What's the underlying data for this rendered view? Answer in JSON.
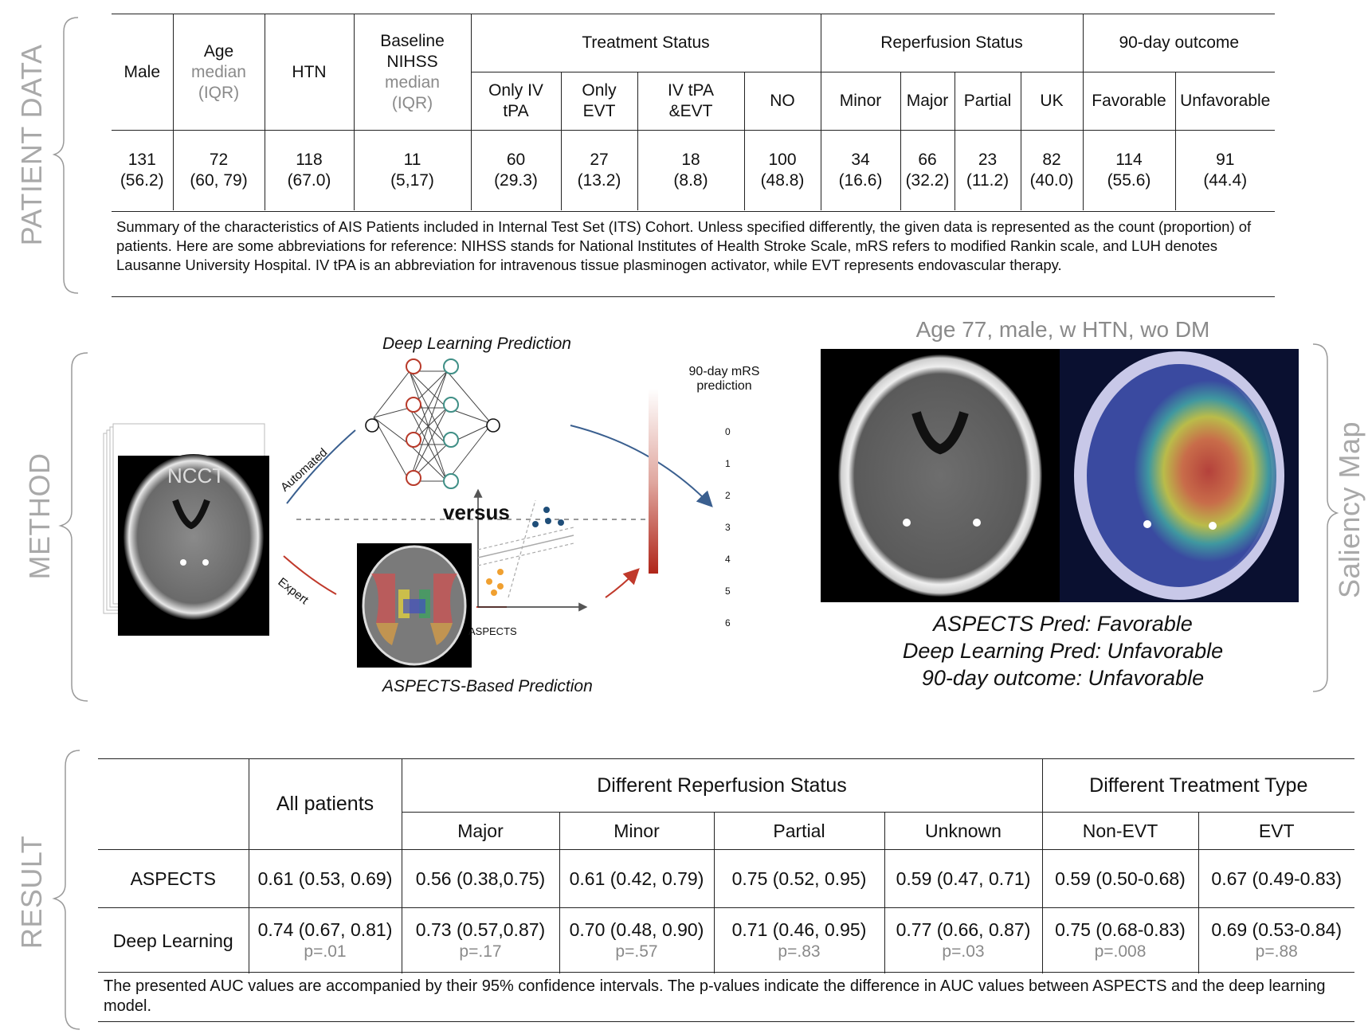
{
  "sections": {
    "patient_data": "PATIENT DATA",
    "method": "METHOD",
    "result": "RESULT",
    "saliency": "Saliency Map"
  },
  "patient_table": {
    "headers": {
      "male": "Male",
      "age": "Age",
      "age_sub": "median (IQR)",
      "htn": "HTN",
      "nihss": "Baseline NIHSS",
      "nihss_sub": "median (IQR)",
      "treatment": "Treatment Status",
      "reperfusion": "Reperfusion Status",
      "outcome": "90-day outcome"
    },
    "subheaders": {
      "only_iv_tpa": "Only IV tPA",
      "only_evt": "Only EVT",
      "iv_tpa_evt": "IV tPA &EVT",
      "no": "NO",
      "minor": "Minor",
      "major": "Major",
      "partial": "Partial",
      "uk": "UK",
      "favorable": "Favorable",
      "unfavorable": "Unfavorable"
    },
    "values": [
      {
        "n": "131",
        "p": "(56.2)"
      },
      {
        "n": "72",
        "p": "(60, 79)"
      },
      {
        "n": "118",
        "p": "(67.0)"
      },
      {
        "n": "11",
        "p": "(5,17)"
      },
      {
        "n": "60",
        "p": "(29.3)"
      },
      {
        "n": "27",
        "p": "(13.2)"
      },
      {
        "n": "18",
        "p": "(8.8)"
      },
      {
        "n": "100",
        "p": "(48.8)"
      },
      {
        "n": "34",
        "p": "(16.6)"
      },
      {
        "n": "66",
        "p": "(32.2)"
      },
      {
        "n": "23",
        "p": "(11.2)"
      },
      {
        "n": "82",
        "p": "(40.0)"
      },
      {
        "n": "114",
        "p": "(55.6)"
      },
      {
        "n": "91",
        "p": "(44.4)"
      }
    ],
    "caption": "Summary of the characteristics of AIS Patients included in Internal Test Set (ITS) Cohort. Unless specified differently, the given data is represented as the count (proportion) of patients. Here are some abbreviations for reference: NIHSS stands for National Institutes of Health Stroke Scale, mRS refers to modified Rankin scale, and LUH denotes Lausanne University Hospital. IV tPA is an abbreviation for intravenous tissue plasminogen activator, while EVT represents endovascular therapy."
  },
  "method": {
    "dl_title": "Deep Learning Prediction",
    "aspects_title": "ASPECTS-Based Prediction",
    "versus": "versus",
    "automated": "Automated",
    "expert": "Expert",
    "ncct": "NCCT",
    "aspects_label": "ASPECTS",
    "mrs_label_1": "90-day mRS",
    "mrs_label_2": "prediction",
    "mrs_ticks": [
      "0",
      "1",
      "2",
      "3",
      "4",
      "5",
      "6"
    ],
    "colors": {
      "red_node": "#b83a2a",
      "teal_node": "#3f8f86",
      "blue_arrow": "#3a5f8f",
      "red_arrow": "#c0392b",
      "scale_top": "#ffffff",
      "scale_bottom": "#b0261a",
      "dot_blue": "#1f4e79",
      "dot_orange": "#f0a030"
    }
  },
  "saliency": {
    "title": "Age 77, male, w HTN, wo DM",
    "line1": "ASPECTS Pred: Favorable",
    "line2": "Deep Learning Pred: Unfavorable",
    "line3": "90-day outcome: Unfavorable"
  },
  "result_table": {
    "all_patients": "All patients",
    "diff_reperfusion": "Different Reperfusion Status",
    "diff_treatment": "Different Treatment Type",
    "sub": [
      "Major",
      "Minor",
      "Partial",
      "Unknown",
      "Non-EVT",
      "EVT"
    ],
    "rows": [
      {
        "label": "ASPECTS",
        "values": [
          "0.61 (0.53, 0.69)",
          "0.56 (0.38,0.75)",
          "0.61 (0.42, 0.79)",
          "0.75 (0.52, 0.95)",
          "0.59 (0.47, 0.71)",
          "0.59 (0.50-0.68)",
          "0.67 (0.49-0.83)"
        ]
      },
      {
        "label": "Deep Learning",
        "values": [
          "0.74 (0.67, 0.81)",
          "0.73 (0.57,0.87)",
          "0.70 (0.48, 0.90)",
          "0.71 (0.46, 0.95)",
          "0.77 (0.66, 0.87)",
          "0.75 (0.68-0.83)",
          "0.69 (0.53-0.84)"
        ],
        "pvalues": [
          "p=.01",
          "p=.17",
          "p=.57",
          "p=.83",
          "p=.03",
          "p=.008",
          "p=.88"
        ]
      }
    ],
    "caption": "The presented AUC values are accompanied by their 95% confidence intervals. The p-values indicate the difference in AUC values between ASPECTS and the deep learning model."
  }
}
